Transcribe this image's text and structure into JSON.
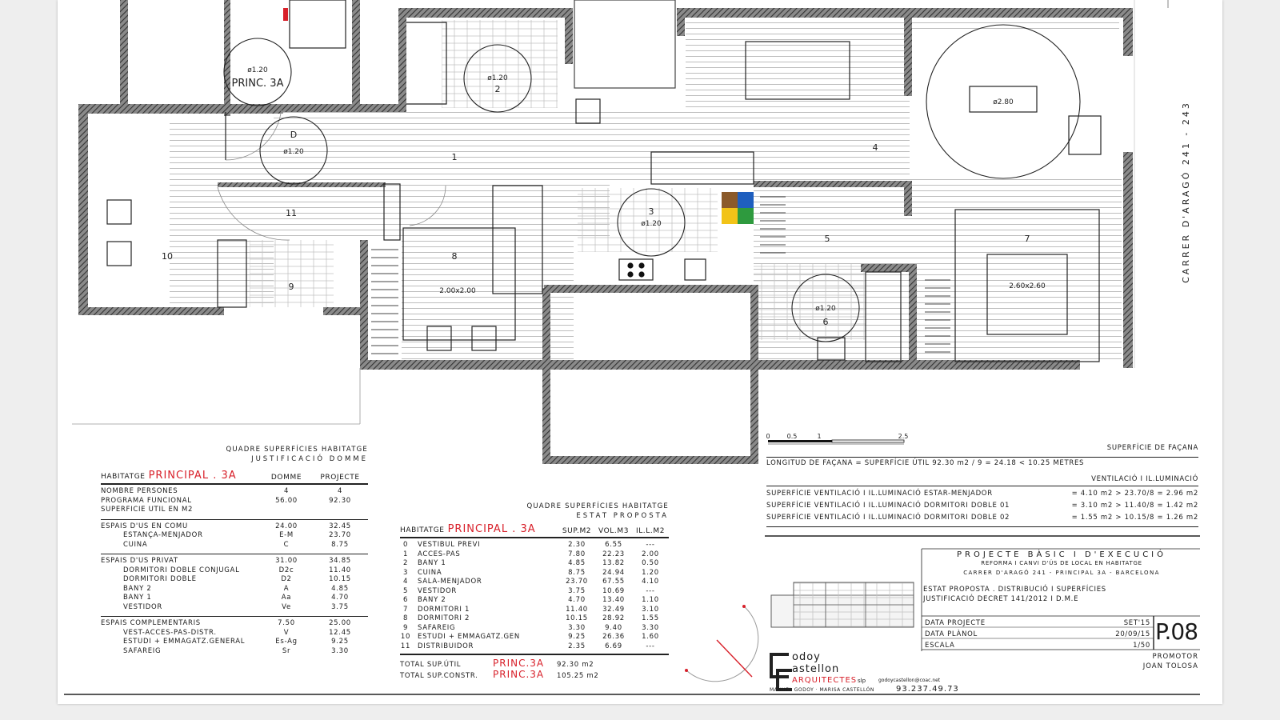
{
  "plan": {
    "street": "CARRER D'ARAGÓ 241 - 243",
    "access_label": "PRINC. 3A",
    "circles": {
      "c_access": "ø1.20",
      "c_d": "ø1.20",
      "c_2": "ø1.20",
      "c_3": "ø1.20",
      "c_6": "ø1.20",
      "c_4": "ø2.80"
    },
    "room_numbers": {
      "r1": "1",
      "r2": "2",
      "r3": "3",
      "r4": "4",
      "r5": "5",
      "r6": "6",
      "r7": "7",
      "r8": "8",
      "r9": "9",
      "r10": "10",
      "r11": "11",
      "rD": "D"
    },
    "bed_8_size": "2.00x2.00",
    "bed_7_size": "2.60x2.60",
    "scale_ticks": [
      "0",
      "0.5",
      "1",
      "2.5"
    ],
    "colors": {
      "wall": "#555555",
      "tile_brown": "#8b5a2b",
      "tile_blue": "#1f5fbf",
      "tile_yellow": "#f2c318",
      "tile_green": "#2e9a3e",
      "accent_red": "#d8202a"
    }
  },
  "dome": {
    "caption1": "QUADRE SUPERFÍCIES HABITATGE",
    "caption2": "JUSTIFICACIÓ DOMME",
    "header_label": "HABITATGE",
    "unit": "PRINCIPAL . 3A",
    "col_dome": "DOMME",
    "col_project": "PROJECTE",
    "rows": [
      {
        "label": "NOMBRE PERSONES",
        "dome": "4",
        "proj": "4",
        "indent": false,
        "section": false
      },
      {
        "label": "PROGRAMA FUNCIONAL",
        "dome": "56.00",
        "proj": "92.30",
        "indent": false,
        "section": false
      },
      {
        "label": "SUPERFÍCIE ÚTIL EN M2",
        "dome": "",
        "proj": "",
        "indent": false,
        "section": false
      },
      {
        "label": "ESPAIS D'ÚS EN COMÚ",
        "dome": "24.00",
        "proj": "32.45",
        "indent": false,
        "section": true
      },
      {
        "label": "ESTANÇA-MENJADOR",
        "dome": "E-M",
        "proj": "23.70",
        "indent": true,
        "section": false
      },
      {
        "label": "CUINA",
        "dome": "C",
        "proj": "8.75",
        "indent": true,
        "section": false
      },
      {
        "label": "ESPAIS D'ÚS PRIVAT",
        "dome": "31.00",
        "proj": "34.85",
        "indent": false,
        "section": true
      },
      {
        "label": "DORMITORI DOBLE CONJUGAL",
        "dome": "D2c",
        "proj": "11.40",
        "indent": true,
        "section": false
      },
      {
        "label": "DORMITORI DOBLE",
        "dome": "D2",
        "proj": "10.15",
        "indent": true,
        "section": false
      },
      {
        "label": "BANY 2",
        "dome": "A",
        "proj": "4.85",
        "indent": true,
        "section": false
      },
      {
        "label": "BANY 1",
        "dome": "Aa",
        "proj": "4.70",
        "indent": true,
        "section": false
      },
      {
        "label": "VESTIDOR",
        "dome": "Ve",
        "proj": "3.75",
        "indent": true,
        "section": false
      },
      {
        "label": "ESPAIS COMPLEMENTARIS",
        "dome": "7.50",
        "proj": "25.00",
        "indent": false,
        "section": true
      },
      {
        "label": "VEST-ACCÉS-PAS-DISTR.",
        "dome": "V",
        "proj": "12.45",
        "indent": true,
        "section": false
      },
      {
        "label": "ESTUDI + EMMAGATZ.GENERAL",
        "dome": "Es-Ag",
        "proj": "9.25",
        "indent": true,
        "section": false
      },
      {
        "label": "SAFAREIG",
        "dome": "Sr",
        "proj": "3.30",
        "indent": true,
        "section": false
      }
    ]
  },
  "estat": {
    "caption1": "QUADRE SUPERFÍCIES HABITATGE",
    "caption2": "ESTAT PROPOSTA",
    "header_label": "HABITATGE",
    "unit": "PRINCIPAL . 3A",
    "col_sup": "SUP.M2",
    "col_vol": "VOL.M3",
    "col_ill": "IL.L.M2",
    "rows": [
      {
        "n": "0",
        "name": "VESTÍBUL PREVI",
        "sup": "2.30",
        "vol": "6.55",
        "ill": "---"
      },
      {
        "n": "1",
        "name": "ACCÉS-PAS",
        "sup": "7.80",
        "vol": "22.23",
        "ill": "2.00"
      },
      {
        "n": "2",
        "name": "BANY 1",
        "sup": "4.85",
        "vol": "13.82",
        "ill": "0.50"
      },
      {
        "n": "3",
        "name": "CUINA",
        "sup": "8.75",
        "vol": "24.94",
        "ill": "1.20"
      },
      {
        "n": "4",
        "name": "SALA-MENJADOR",
        "sup": "23.70",
        "vol": "67.55",
        "ill": "4.10"
      },
      {
        "n": "5",
        "name": "VESTIDOR",
        "sup": "3.75",
        "vol": "10.69",
        "ill": "---"
      },
      {
        "n": "6",
        "name": "BANY 2",
        "sup": "4.70",
        "vol": "13.40",
        "ill": "1.10"
      },
      {
        "n": "7",
        "name": "DORMITORI 1",
        "sup": "11.40",
        "vol": "32.49",
        "ill": "3.10"
      },
      {
        "n": "8",
        "name": "DORMITORI 2",
        "sup": "10.15",
        "vol": "28.92",
        "ill": "1.55"
      },
      {
        "n": "9",
        "name": "SAFAREIG",
        "sup": "3.30",
        "vol": "9.40",
        "ill": "3.30"
      },
      {
        "n": "10",
        "name": "ESTUDI + EMMAGATZ.GEN",
        "sup": "9.25",
        "vol": "26.36",
        "ill": "1.60"
      },
      {
        "n": "11",
        "name": "DISTRIBUÏDOR",
        "sup": "2.35",
        "vol": "6.69",
        "ill": "---"
      }
    ],
    "total_util_label": "TOTAL SUP.ÚTIL",
    "total_util_unit": "PRINC.3A",
    "total_util_value": "92.30 m2",
    "total_constr_label": "TOTAL SUP.CONSTR.",
    "total_constr_unit": "PRINC.3A",
    "total_constr_value": "105.25 m2"
  },
  "facade": {
    "title": "SUPERFÍCIE DE FAÇANA",
    "length_line": "LONGITUD DE FAÇANA = SUPERFÍCIE ÚTIL 92.30 m2 / 9 = 24.18 < 10.25 METRES",
    "vent_title": "VENTILACIÓ I IL.LUMINACIÓ",
    "vent_rows": [
      {
        "label": "SUPERFÍCIE VENTILACIÓ I IL.LUMINACIÓ ESTAR-MENJADOR",
        "calc": "= 4.10 m2 > 23.70/8 = 2.96 m2"
      },
      {
        "label": "SUPERFÍCIE VENTILACIÓ I IL.LUMINACIÓ DORMITORI DOBLE 01",
        "calc": "= 3.10 m2 > 11.40/8 = 1.42 m2"
      },
      {
        "label": "SUPERFÍCIE VENTILACIÓ I IL.LUMINACIÓ DORMITORI DOBLE 02",
        "calc": "= 1.55 m2 > 10.15/8 = 1.26 m2"
      }
    ]
  },
  "titleblock": {
    "project": "PROJECTE BÀSIC I D'EXECUCIÓ",
    "line1": "REFORMA I CANVI D'ÚS DE LOCAL EN HABITATGE",
    "line2": "CARRER D'ARAGÓ 241 - PRINCIPAL 3A - BARCELONA",
    "estat": "ESTAT PROPOSTA . DISTRIBUCIÓ I SUPERFÍCIES",
    "decret": "JUSTIFICACIÓ DECRET 141/2012 I D.M.E",
    "data_projecte_label": "DATA PROJECTE",
    "data_projecte": "SET'15",
    "data_planol_label": "DATA PLÀNOL",
    "data_planol": "20/09/15",
    "escala_label": "ESCALA",
    "escala": "1/50",
    "sheet_no": "P.08",
    "promotor_label": "PROMOTOR",
    "promotor": "JOAN TOLOSA",
    "firm_1": "odoy",
    "firm_2": "astellon",
    "firm_3": "ARQUITECTES",
    "firm_sl": "slp",
    "firm_email": "godoycastellon@coac.net",
    "firm_names": "MANUEL GODOY · MARISA CASTELLÓN",
    "firm_phone": "93.237.49.73"
  }
}
